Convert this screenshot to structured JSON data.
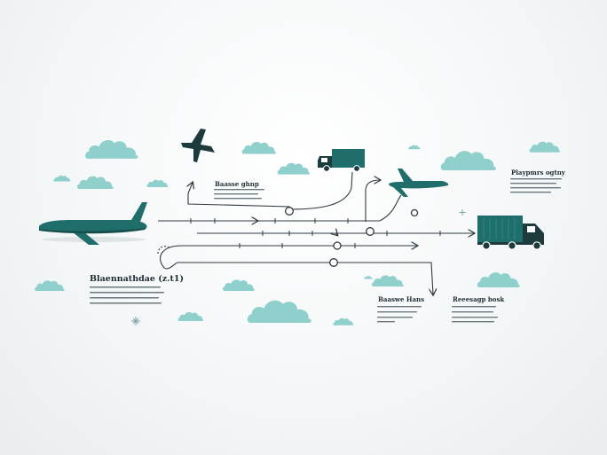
{
  "diagram": {
    "labels": {
      "top_center": {
        "title": "Baasse ghnp"
      },
      "left_main": {
        "title": "Blaennathdae (z.t1)"
      },
      "top_right": {
        "title": "Playpmrs ogtny"
      },
      "bottom_center": {
        "title": "Baaswe Hans"
      },
      "bottom_right": {
        "title": "Reeesagp bosk"
      }
    },
    "icons": [
      "airplane-large-icon",
      "airplane-small-icon",
      "airplane-right-icon",
      "truck-small-icon",
      "truck-large-icon"
    ],
    "colors": {
      "teal": "#1f6e6b",
      "dark": "#1d3a3c",
      "cloud": "#8fcfcc",
      "line": "#2f3a40"
    }
  }
}
